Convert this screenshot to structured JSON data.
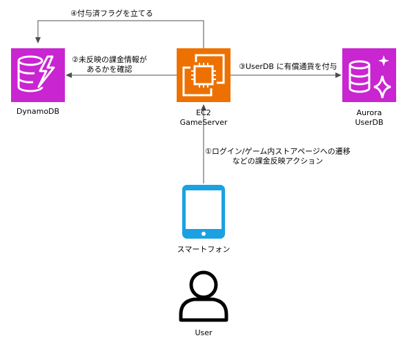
{
  "nodes": {
    "dynamodb": {
      "label": "DynamoDB",
      "icon": "dynamodb-icon",
      "color": "#C925D1"
    },
    "ec2": {
      "label_line1": "EC2",
      "label_line2": "GameServer",
      "icon": "ec2-instance-icon",
      "color": "#ED7100"
    },
    "aurora": {
      "label_line1": "Aurora",
      "label_line2": "UserDB",
      "icon": "aurora-icon",
      "color": "#C925D1"
    },
    "smartphone": {
      "label": "スマートフォン",
      "icon": "smartphone-icon",
      "color": "#1BA1E2"
    },
    "user": {
      "label": "User",
      "icon": "user-icon",
      "color": "#000000"
    }
  },
  "edges": {
    "step1": {
      "line1": "①ログイン/ゲーム内ストアページへの遷移",
      "line2": "などの課金反映アクション"
    },
    "step2": {
      "line1": "②未反映の課金情報が",
      "line2": "あるかを確認"
    },
    "step3": {
      "line1": "③UserDB に有償通貨を付与"
    },
    "step4": {
      "line1": "④付与済フラグを立てる"
    }
  }
}
